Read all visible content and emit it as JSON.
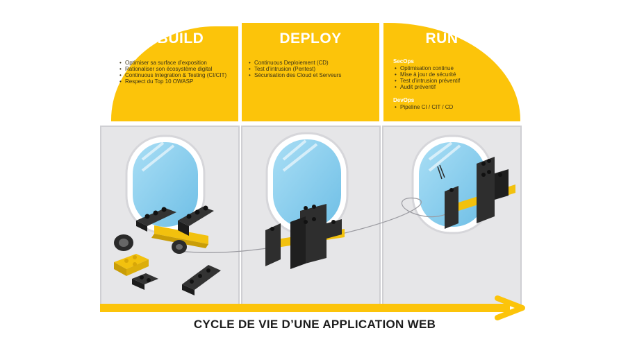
{
  "caption": "CYCLE DE VIE D’UNE APPLICATION WEB",
  "colors": {
    "accent": "#fcc40a",
    "panel": "#e6e6e8",
    "window_glass": "#8fd0ee",
    "brick": "#2a2a2a"
  },
  "build": {
    "title": "BUILD",
    "items": [
      "Optimiser sa surface d’exposition",
      "Rationaliser son écosystème digital",
      "Continuous Integration & Testing (CI/CIT)",
      "Respect du Top 10 OWASP"
    ]
  },
  "deploy": {
    "title": "DEPLOY",
    "items": [
      "Continuous Deploiement (CD)",
      "Test d’intrusion (Pentest)",
      "Sécurisation des Cloud et Serveurs"
    ]
  },
  "run": {
    "title": "RUN",
    "secops_label": "SecOps",
    "secops_items": [
      "Optimisation continue",
      "Mise à jour de sécurité",
      "Test d’intrusion préventif",
      "Audit préventif"
    ],
    "devops_label": "DevOps",
    "devops_items": [
      "Pipeline CI / CIT / CD"
    ]
  }
}
